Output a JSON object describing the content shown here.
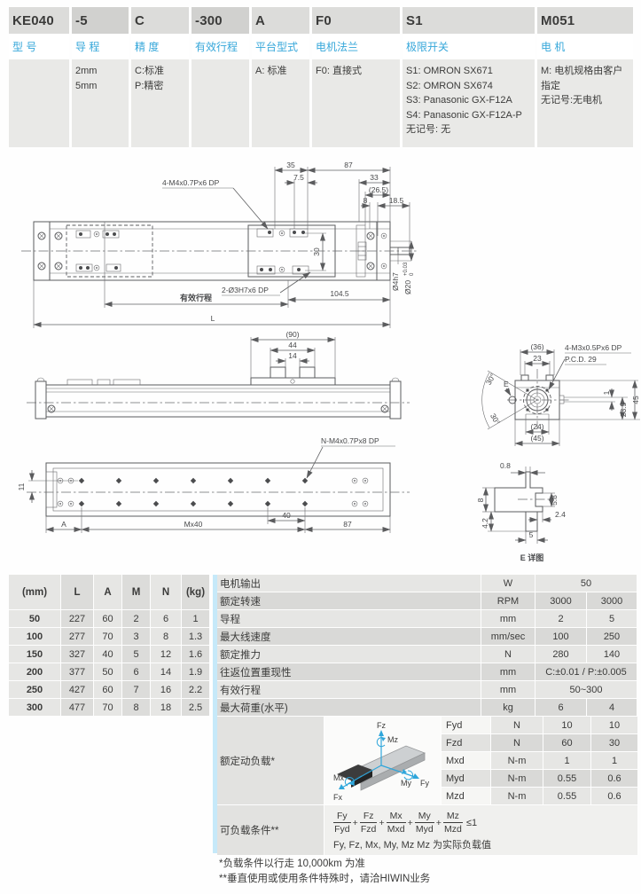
{
  "colors": {
    "accent_blue": "#36a7da",
    "strip_blue": "#c6e9f9"
  },
  "order_table": {
    "columns": [
      {
        "code": "KE040",
        "label": "型 号",
        "options": ""
      },
      {
        "code": "-5",
        "label": "导 程",
        "options": "2mm\n5mm"
      },
      {
        "code": "C",
        "label": "精 度",
        "options": "C:标准\nP:精密"
      },
      {
        "code": "-300",
        "label": "有效行程",
        "options": ""
      },
      {
        "code": "A",
        "label": "平台型式",
        "options": "A: 标准"
      },
      {
        "code": "F0",
        "label": "电机法兰",
        "options": "F0: 直接式"
      },
      {
        "code": "S1",
        "label": "极限开关",
        "options": "S1: OMRON SX671\nS2: OMRON SX674\nS3: Panasonic GX-F12A\nS4: Panasonic GX-F12A-P\n无记号: 无"
      },
      {
        "code": "M051",
        "label": "电 机",
        "options": "M: 电机规格由客户指定\n无记号:无电机"
      }
    ]
  },
  "drawings": {
    "plan": {
      "d35": "35",
      "d87": "87",
      "d7_5": "7.5",
      "d33": "33",
      "d26_5": "(26.5)",
      "d8": "8",
      "d18_5": "18.5",
      "callout_m4": "4-M4x0.7Px6 DP",
      "callout_h7": "2-Ø3H7x6 DP",
      "d30": "30",
      "stroke": "有效行程",
      "d104_5": "104.5",
      "dL": "L",
      "d4h7": "Ø4h7",
      "d20": "Ø20",
      "d20sup": "+0.03",
      "d20sub": "0"
    },
    "side": {
      "d90": "(90)",
      "d44": "44",
      "d14": "14"
    },
    "bottom": {
      "d11": "11",
      "dA": "A",
      "dmx40": "Mx40",
      "d40": "40",
      "d87": "87",
      "callout_n": "N-M4x0.7Px8 DP"
    },
    "end": {
      "d36": "(36)",
      "d23": "23",
      "callout_m3": "4-M3x0.5Px6 DP",
      "pcd": "P.C.D. 29",
      "deg1": "30°",
      "deg2": "30°",
      "e": "E",
      "d45": "45",
      "d23_5": "23.5",
      "d1": "1",
      "d24": "(24)",
      "d45b": "(45)"
    },
    "detail": {
      "d0_8": "0.8",
      "d8": "8",
      "d5_8": "5.8",
      "d2_4": "2.4",
      "d4_2": "4.2",
      "d5": "5",
      "title": "E 详图"
    }
  },
  "spec": {
    "left": {
      "headers": [
        "(mm)",
        "L",
        "A",
        "M",
        "N",
        "(kg)"
      ],
      "rows": [
        [
          "50",
          "227",
          "60",
          "2",
          "6",
          "1"
        ],
        [
          "100",
          "277",
          "70",
          "3",
          "8",
          "1.3"
        ],
        [
          "150",
          "327",
          "40",
          "5",
          "12",
          "1.6"
        ],
        [
          "200",
          "377",
          "50",
          "6",
          "14",
          "1.9"
        ],
        [
          "250",
          "427",
          "60",
          "7",
          "16",
          "2.2"
        ],
        [
          "300",
          "477",
          "70",
          "8",
          "18",
          "2.5"
        ]
      ]
    },
    "right": {
      "rows": [
        {
          "label": "电机输出",
          "unit": "W",
          "v1": "50"
        },
        {
          "label": "额定转速",
          "unit": "RPM",
          "v1": "3000",
          "v2": "3000"
        },
        {
          "label": "导程",
          "unit": "mm",
          "v1": "2",
          "v2": "5"
        },
        {
          "label": "最大线速度",
          "unit": "mm/sec",
          "v1": "100",
          "v2": "250"
        },
        {
          "label": "额定推力",
          "unit": "N",
          "v1": "280",
          "v2": "140"
        },
        {
          "label": "往返位置重现性",
          "unit": "mm",
          "v1": "C:±0.01 / P:±0.005"
        },
        {
          "label": "有效行程",
          "unit": "mm",
          "v1": "50~300"
        },
        {
          "label": "最大荷重(水平)",
          "unit": "kg",
          "v1": "6",
          "v2": "4"
        }
      ]
    },
    "load": {
      "label": "额定动负载*",
      "axes": {
        "fz": "Fz",
        "mz": "Mz",
        "mx": "Mx",
        "fx": "Fx",
        "my": "My",
        "fy": "Fy"
      },
      "rows": [
        {
          "name": "Fyd",
          "unit": "N",
          "v1": "10",
          "v2": "10"
        },
        {
          "name": "Fzd",
          "unit": "N",
          "v1": "60",
          "v2": "30"
        },
        {
          "name": "Mxd",
          "unit": "N-m",
          "v1": "1",
          "v2": "1"
        },
        {
          "name": "Myd",
          "unit": "N-m",
          "v1": "0.55",
          "v2": "0.6"
        },
        {
          "name": "Mzd",
          "unit": "N-m",
          "v1": "0.55",
          "v2": "0.6"
        }
      ]
    },
    "condition": {
      "label": "可负载条件**",
      "fractions": [
        [
          "Fy",
          "Fyd"
        ],
        [
          "Fz",
          "Fzd"
        ],
        [
          "Mx",
          "Mxd"
        ],
        [
          "My",
          "Myd"
        ],
        [
          "Mz",
          "Mzd"
        ]
      ],
      "plus": "+",
      "suffix": "≤1",
      "note": "Fy, Fz, Mx, My, Mz Mz 为实际负载值"
    }
  },
  "footnotes": [
    "*负载条件以行走 10,000km 为准",
    "**垂直使用或使用条件特殊时，请洽HIWIN业务"
  ]
}
